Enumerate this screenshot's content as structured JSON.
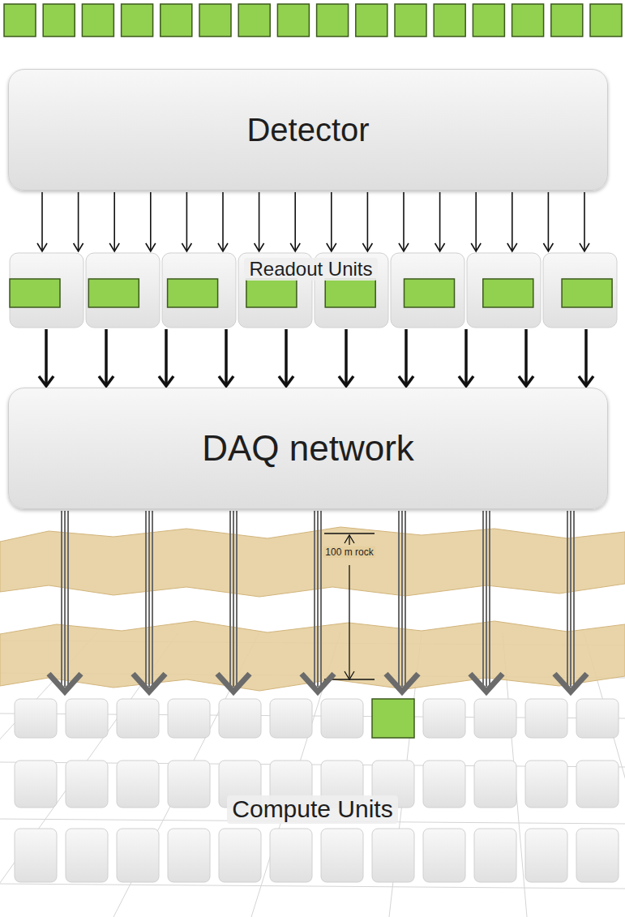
{
  "diagram": {
    "nodes": [
      {
        "text": [
          "Detector"
        ]
      },
      {
        "text": [
          "Readout Units"
        ]
      },
      {
        "text": [
          "DAQ network"
        ]
      },
      {
        "text": [
          "Compute Units"
        ]
      }
    ],
    "edges": [
      {
        "from": 0,
        "to": 1,
        "arrow": "to"
      },
      {
        "from": 1,
        "to": 2,
        "arrow": "to"
      },
      {
        "from": 2,
        "to": 3,
        "arrow": "to"
      }
    ],
    "labels": [
      "100 m rock"
    ]
  }
}
